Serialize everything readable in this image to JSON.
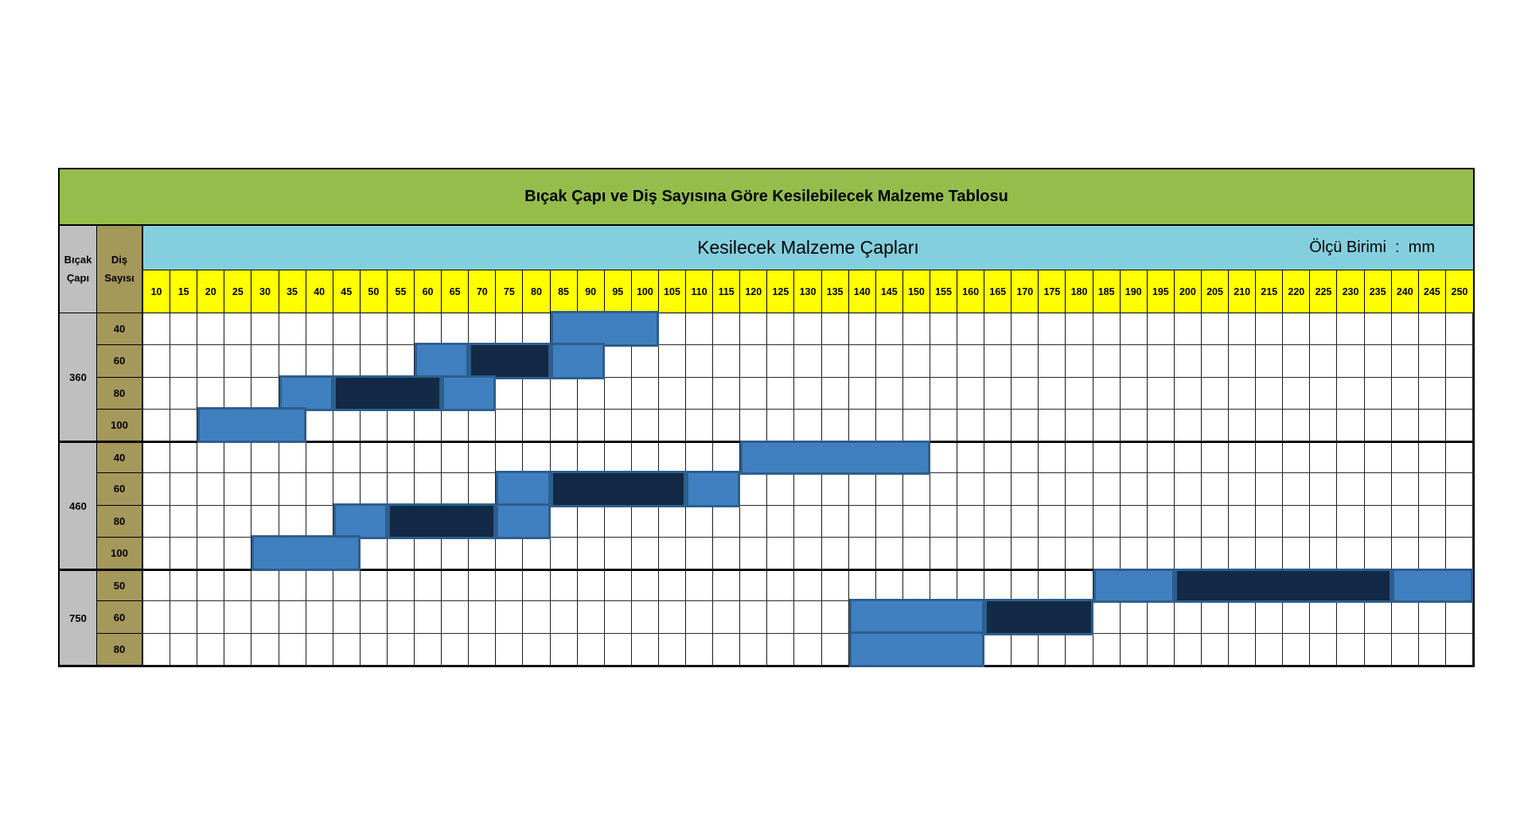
{
  "table": {
    "title": "Bıçak Çapı ve Diş Sayısına Göre Kesilebilecek Malzeme Tablosu",
    "corner": {
      "col1_line1": "Bıçak",
      "col1_line2": "Çapı",
      "col2_line1": "Diş",
      "col2_line2": "Sayısı"
    },
    "band_title": "Kesilecek Malzeme Çapları",
    "unit_label": "Ölçü Birimi  :  mm"
  },
  "colors": {
    "title_bg": "#95BD4B",
    "band_bg": "#84CFDE",
    "column_header_bg": "#FFFF00",
    "blade_col_bg": "#BFBFBF",
    "teeth_col_bg": "#A4985A",
    "bar_light": "#4080C0",
    "bar_dark": "#122A45",
    "bar_border": "#2D5E8E",
    "grid_line": "#1C1C1C"
  },
  "chart_data": {
    "type": "table",
    "title": "Bıçak Çapı ve Diş Sayısına Göre Kesilebilecek Malzeme Tablosu",
    "band_title": "Kesilecek Malzeme Çapları",
    "unit": "mm",
    "column_values": [
      10,
      15,
      20,
      25,
      30,
      35,
      40,
      45,
      50,
      55,
      60,
      65,
      70,
      75,
      80,
      85,
      90,
      95,
      100,
      105,
      110,
      115,
      120,
      125,
      130,
      135,
      140,
      145,
      150,
      155,
      160,
      165,
      170,
      175,
      180,
      185,
      190,
      195,
      200,
      205,
      210,
      215,
      220,
      225,
      230,
      235,
      240,
      245,
      250
    ],
    "row_groups": [
      {
        "blade_diameter": "360",
        "rows": [
          {
            "teeth": "40",
            "segments": [
              {
                "from": 85,
                "to": 100,
                "style": "light"
              }
            ]
          },
          {
            "teeth": "60",
            "segments": [
              {
                "from": 60,
                "to": 65,
                "style": "light"
              },
              {
                "from": 70,
                "to": 80,
                "style": "dark"
              },
              {
                "from": 85,
                "to": 90,
                "style": "light"
              }
            ]
          },
          {
            "teeth": "80",
            "segments": [
              {
                "from": 35,
                "to": 40,
                "style": "light"
              },
              {
                "from": 45,
                "to": 60,
                "style": "dark"
              },
              {
                "from": 65,
                "to": 70,
                "style": "light"
              }
            ]
          },
          {
            "teeth": "100",
            "segments": [
              {
                "from": 20,
                "to": 35,
                "style": "light"
              }
            ]
          }
        ]
      },
      {
        "blade_diameter": "460",
        "rows": [
          {
            "teeth": "40",
            "segments": [
              {
                "from": 120,
                "to": 150,
                "style": "light"
              }
            ]
          },
          {
            "teeth": "60",
            "segments": [
              {
                "from": 75,
                "to": 80,
                "style": "light"
              },
              {
                "from": 85,
                "to": 105,
                "style": "dark"
              },
              {
                "from": 110,
                "to": 115,
                "style": "light"
              }
            ]
          },
          {
            "teeth": "80",
            "segments": [
              {
                "from": 45,
                "to": 50,
                "style": "light"
              },
              {
                "from": 55,
                "to": 70,
                "style": "dark"
              },
              {
                "from": 75,
                "to": 80,
                "style": "light"
              }
            ]
          },
          {
            "teeth": "100",
            "segments": [
              {
                "from": 30,
                "to": 45,
                "style": "light"
              }
            ]
          }
        ]
      },
      {
        "blade_diameter": "750",
        "rows": [
          {
            "teeth": "50",
            "segments": [
              {
                "from": 185,
                "to": 195,
                "style": "light"
              },
              {
                "from": 200,
                "to": 235,
                "style": "dark"
              },
              {
                "from": 240,
                "to": 250,
                "style": "light"
              }
            ]
          },
          {
            "teeth": "60",
            "segments": [
              {
                "from": 140,
                "to": 160,
                "style": "light"
              },
              {
                "from": 165,
                "to": 180,
                "style": "dark"
              }
            ]
          },
          {
            "teeth": "80",
            "segments": [
              {
                "from": 140,
                "to": 160,
                "style": "light"
              }
            ]
          }
        ]
      }
    ]
  }
}
